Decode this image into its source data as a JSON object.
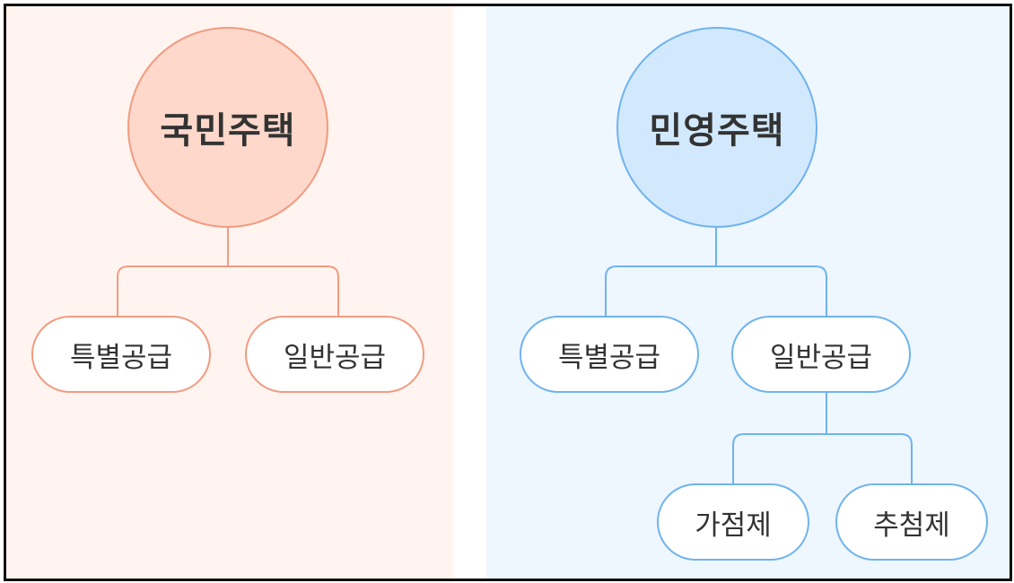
{
  "left_group": {
    "title": "국민주택",
    "children": [
      "특별공급",
      "일반공급"
    ]
  },
  "right_group": {
    "title": "민영주택",
    "children": [
      "특별공급",
      "일반공급"
    ],
    "sub_children": [
      "가점제",
      "추첨제"
    ]
  },
  "colors": {
    "left_fill": "#fdd8cb",
    "left_stroke": "#f29b80",
    "left_bg": "#fff4f0",
    "right_fill": "#d2e9fd",
    "right_stroke": "#6fb3ee",
    "right_bg": "#eef6fe"
  }
}
